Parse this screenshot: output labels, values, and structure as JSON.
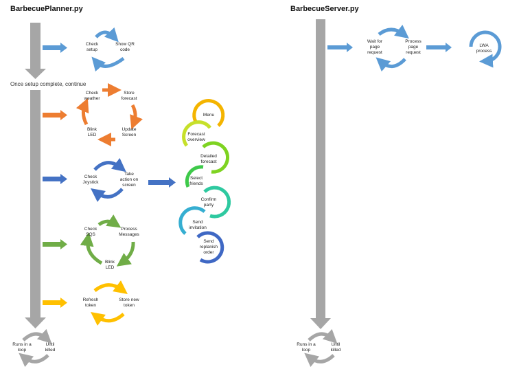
{
  "planner": {
    "title": "BarbecuePlanner.py",
    "note": "Once setup complete, continue",
    "setup": [
      "Check\nsetup",
      "Show QR\ncode"
    ],
    "weather": [
      "Check\nweather",
      "Store\nforecast",
      "Update\nScreen",
      "Blink\nLED"
    ],
    "joystick": [
      "Check\nJoystick",
      "Take\naction on\nscreen"
    ],
    "sqs": [
      "Check\nSQS",
      "Process\nMessages",
      "Blink\nLED"
    ],
    "token": [
      "Refresh\ntoken",
      "Store new\ntoken"
    ],
    "loop": [
      "Runs in a\nloop",
      "Until\nkilled"
    ]
  },
  "screens": [
    "Menu",
    "Forecast\noverview",
    "Detailed\nforecast",
    "Select\nfriends",
    "Confirm\nparty",
    "Send\ninvitation",
    "Send\nreplanish\norder"
  ],
  "server": {
    "title": "BarbecueServer.py",
    "wait": [
      "Wait for\npage\nrequest",
      "Process\npage\nrequest"
    ],
    "lwa": "LWA\nprocess",
    "loop": [
      "Runs in a\nloop",
      "Until\nkilled"
    ]
  },
  "colors": {
    "setup": "#5b9bd5",
    "weather": "#ed7d31",
    "joystick": "#4472c4",
    "sqs": "#70ad47",
    "token": "#ffc000",
    "loop": "#a6a6a6",
    "bar": "#a6a6a6",
    "screens": [
      "#f4b400",
      "#c6e02a",
      "#7ed321",
      "#3ec94a",
      "#2ec9a0",
      "#36aed1",
      "#3f68c4"
    ]
  }
}
